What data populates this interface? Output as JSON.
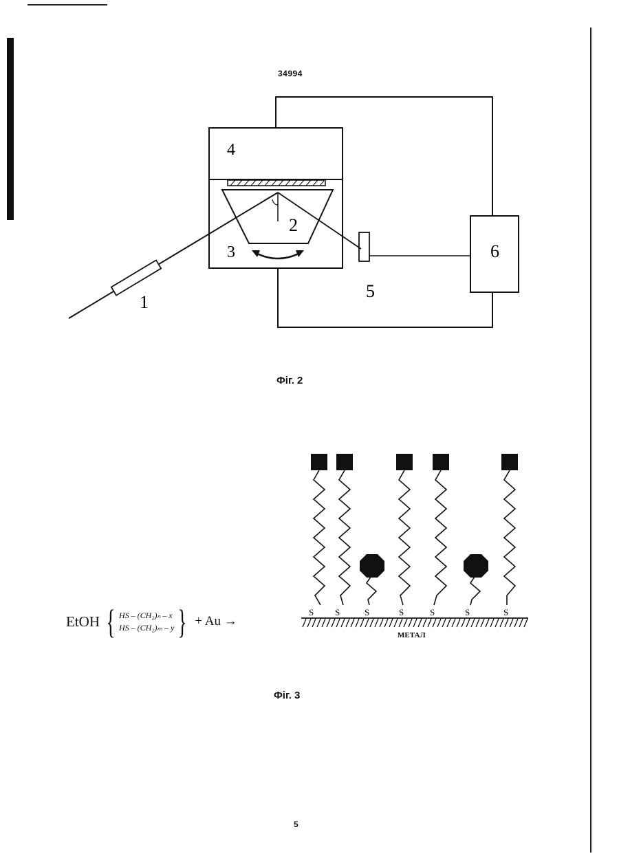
{
  "header": {
    "doc_number": "34994"
  },
  "fig2": {
    "caption": "Фіг. 2",
    "labels": {
      "l1": "1",
      "l2": "2",
      "l3": "3",
      "l4": "4",
      "l5": "5",
      "l6": "6"
    }
  },
  "fig3": {
    "caption": "Фіг. 3",
    "formula": {
      "solvent": "EtOH",
      "line1": "HS – (CH₂)ₙ – x",
      "line2": "HS – (CH₂)ₘ – y",
      "reactant": "+ Au →"
    },
    "surface_label": "МЕТАЛ",
    "sulfur_label": "S"
  },
  "footer": {
    "page_number": "5"
  }
}
